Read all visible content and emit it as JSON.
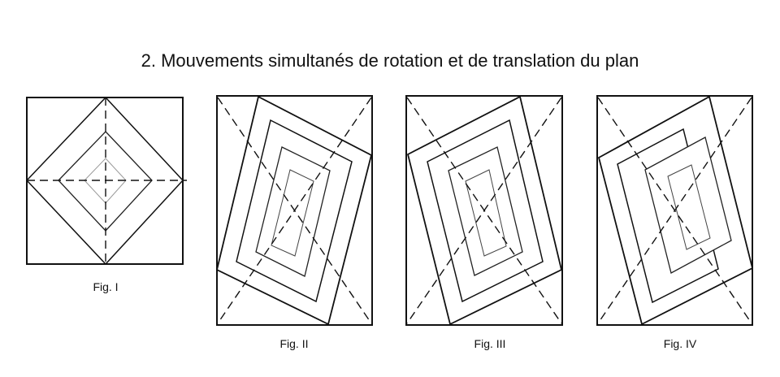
{
  "title": "2. Mouvements simultanés de rotation et de translation du plan",
  "figures": [
    {
      "label": "Fig. I"
    },
    {
      "label": "Fig. II"
    },
    {
      "label": "Fig. III"
    },
    {
      "label": "Fig. IV"
    }
  ]
}
